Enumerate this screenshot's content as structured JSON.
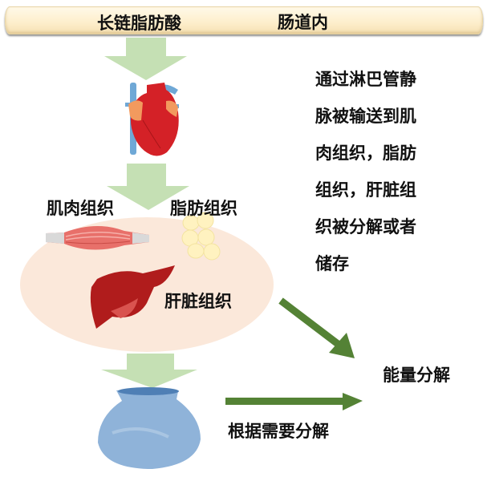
{
  "banner": {
    "left_label": "长链脂肪酸",
    "right_label": "肠道内"
  },
  "description": {
    "lines": [
      "通过淋巴管静",
      "脉被输送到肌",
      "肉组织，脂肪",
      "组织，肝脏组",
      "织被分解或者",
      "储存"
    ]
  },
  "tissues": {
    "muscle": "肌肉组织",
    "fat": "脂肪组织",
    "liver": "肝脏组织"
  },
  "outcomes": {
    "energy": "能量分解",
    "on_demand": "根据需要分解"
  },
  "colors": {
    "banner_fill": "#fdeecb",
    "light_arrow": "#c5e0b4",
    "dark_arrow": "#548235",
    "tissue_ellipse": "#fbe5d6",
    "heart_red": "#d42127",
    "liver_red": "#b01c1c",
    "storage_blue": "#7fa6cf",
    "fat_yellow": "#fff2c0"
  }
}
